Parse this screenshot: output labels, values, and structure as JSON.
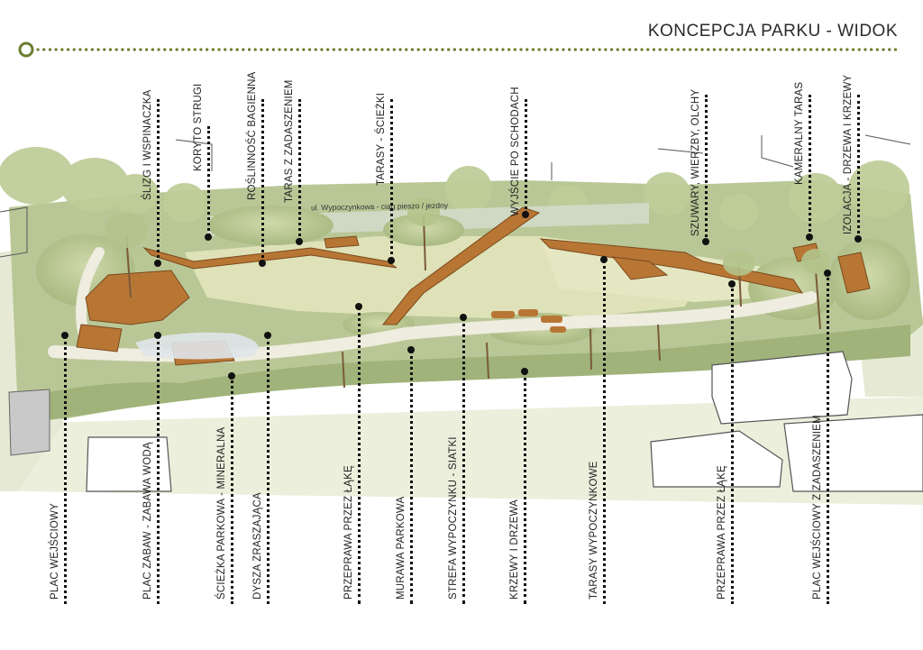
{
  "header": {
    "title": "KONCEPCJA PARKU - WIDOK",
    "accent_color": "#6b7d2e"
  },
  "street_label": "ul. Wypoczynkowa - ciąg pieszo / jezdny",
  "top_labels": [
    {
      "id": "slizg",
      "text": "ŚLIZG I WSPINACZKA"
    },
    {
      "id": "koryto",
      "text": "KORYTO STRUGI"
    },
    {
      "id": "roslinnosc",
      "text": "ROŚLINNOŚĆ BAGIENNA"
    },
    {
      "id": "taras-zad",
      "text": "TARAS Z ZADASZENIEM"
    },
    {
      "id": "tarasy-sciezki",
      "text": "TARASY - ŚCIEŻKI"
    },
    {
      "id": "wyjscie",
      "text": "WYJŚCIE PO SCHODACH"
    },
    {
      "id": "szuwary",
      "text": "SZUWARY, WIERZBY, OLCHY"
    },
    {
      "id": "kameralny",
      "text": "KAMERALNY TARAS"
    },
    {
      "id": "izolacja",
      "text": "IZOLACJA - DRZEWA I KRZEWY"
    }
  ],
  "bottom_labels": [
    {
      "id": "plac-wejsciowy",
      "text": "PLAC WEJŚCIOWY"
    },
    {
      "id": "plac-zabaw",
      "text": "PLAC ZABAW - ZABAWA WODĄ"
    },
    {
      "id": "sciezka",
      "text": "ŚCIEŻKA PARKOWA - MINERALNA"
    },
    {
      "id": "dysza",
      "text": "DYSZA ZRASZAJĄCA"
    },
    {
      "id": "przeprawa1",
      "text": "PRZEPRAWA PRZEZ ŁĄKĘ"
    },
    {
      "id": "murawa",
      "text": "MURAWA PARKOWA"
    },
    {
      "id": "strefa",
      "text": "STREFA WYPOCZYNKU - SIATKI"
    },
    {
      "id": "krzewy",
      "text": "KRZEWY I DRZEWA"
    },
    {
      "id": "tarasy-wyp",
      "text": "TARASY WYPOCZYNKOWE"
    },
    {
      "id": "przeprawa2",
      "text": "PRZEPRAWA PRZEZ ŁĄKĘ"
    },
    {
      "id": "plac-wej-zad",
      "text": "PLAC WEJŚCIOWY Z ZADASZENIEM"
    }
  ]
}
